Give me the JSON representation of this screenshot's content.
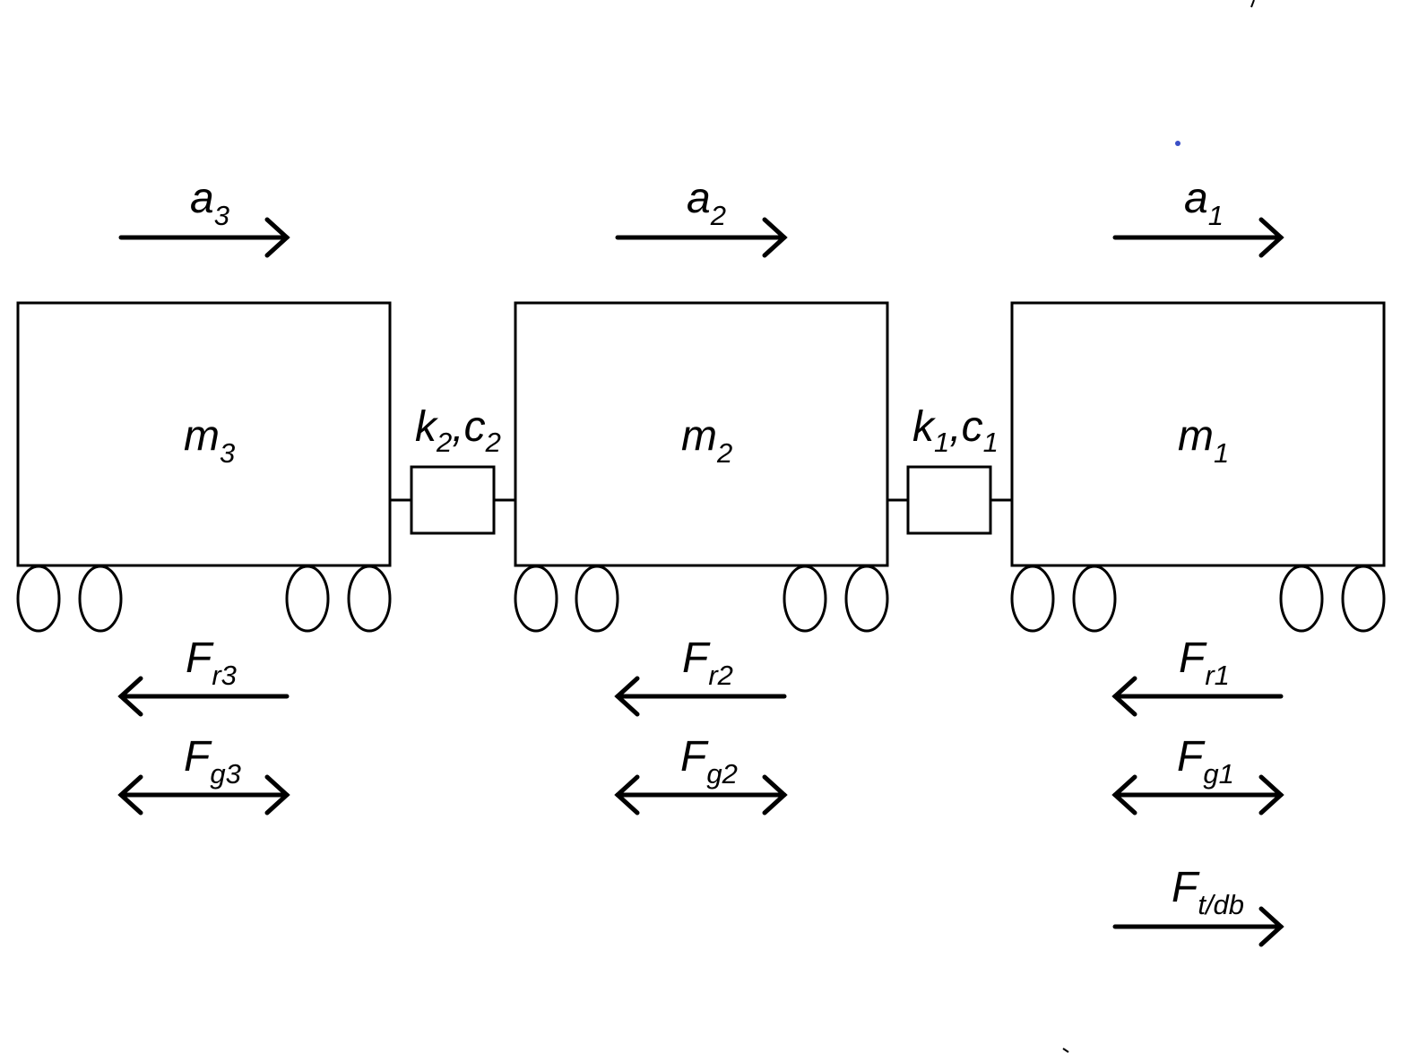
{
  "colors": {
    "ink": "#000000",
    "background": "#ffffff",
    "stray_dot": "#3a4fc7"
  },
  "cars": [
    {
      "mass": {
        "base": "m",
        "sub": "3"
      },
      "accel": {
        "base": "a",
        "sub": "3"
      },
      "resistance": {
        "base": "F",
        "sub": "r3"
      },
      "gravity": {
        "base": "F",
        "sub": "g3"
      }
    },
    {
      "mass": {
        "base": "m",
        "sub": "2"
      },
      "accel": {
        "base": "a",
        "sub": "2"
      },
      "resistance": {
        "base": "F",
        "sub": "r2"
      },
      "gravity": {
        "base": "F",
        "sub": "g2"
      }
    },
    {
      "mass": {
        "base": "m",
        "sub": "1"
      },
      "accel": {
        "base": "a",
        "sub": "1"
      },
      "resistance": {
        "base": "F",
        "sub": "r1"
      },
      "gravity": {
        "base": "F",
        "sub": "g1"
      }
    }
  ],
  "couplers": [
    {
      "k": "k",
      "k_sub": "2",
      "sep": ",",
      "c": "c",
      "c_sub": "2"
    },
    {
      "k": "k",
      "k_sub": "1",
      "sep": ",",
      "c": "c",
      "c_sub": "1"
    }
  ],
  "traction": {
    "base": "F",
    "sub": "t/db"
  },
  "arrow_directions": {
    "accel": "right",
    "resistance": "left",
    "gravity": "both",
    "traction": "right"
  },
  "icons": {
    "wheel": "wheel-icon",
    "coupler": "spring-damper-icon"
  }
}
